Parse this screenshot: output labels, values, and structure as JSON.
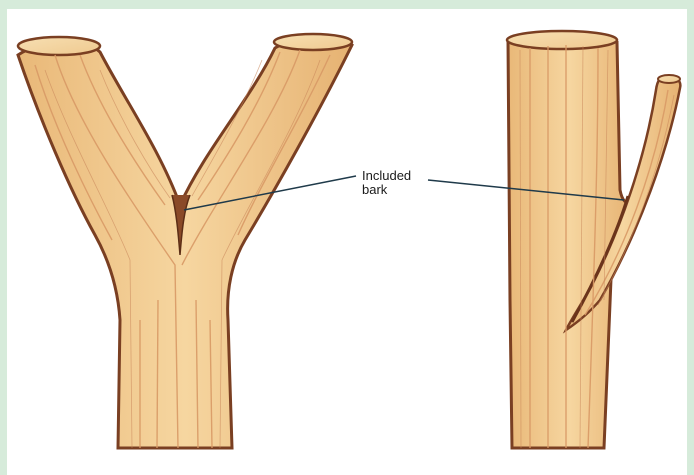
{
  "figure": {
    "callout": {
      "line1": "Included",
      "line2": "bark"
    },
    "colors": {
      "wood": "#f0c88a",
      "wood_light": "#f7dcaa",
      "bark": "#7a3f22",
      "grain": "#d99a66",
      "leader_line": "#1f3a4a",
      "border": "#d6ebda"
    },
    "illustrations": [
      "y-shaped-fork-with-included-bark",
      "straight-trunk-with-narrow-branch-and-included-bark"
    ]
  }
}
